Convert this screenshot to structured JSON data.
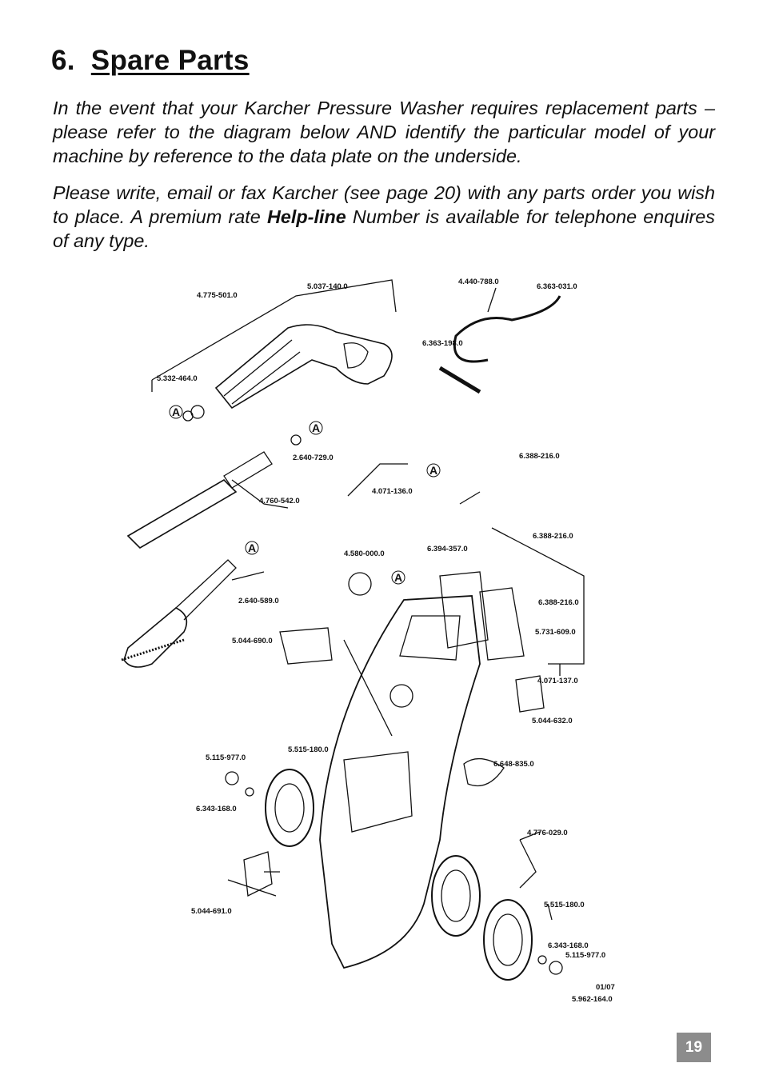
{
  "heading": {
    "number": "6.",
    "title": "Spare Parts"
  },
  "intro": "In the event that your Karcher Pressure Washer requires replacement parts – please refer to the diagram below AND identify the particular model of your machine by reference to the data plate on the underside.",
  "order": {
    "before": "Please write, email or fax Karcher (see page 20) with any parts order you wish to place. A premium rate ",
    "bold": "Help-line",
    "after": " Number is available for telephone enquires of any type."
  },
  "part_labels": [
    "4.775-501.0",
    "5.037-140.0",
    "4.440-788.0",
    "6.363-031.0",
    "6.363-198.0",
    "5.332-464.0",
    "2.640-729.0",
    "4.760-542.0",
    "6.388-216.0",
    "4.071-136.0",
    "6.388-216.0",
    "6.394-357.0",
    "4.580-000.0",
    "2.640-589.0",
    "6.388-216.0",
    "5.731-609.0",
    "5.044-690.0",
    "4.071-137.0",
    "5.044-632.0",
    "5.515-180.0",
    "5.115-977.0",
    "6.648-835.0",
    "6.343-168.0",
    "4.776-029.0",
    "5.044-691.0",
    "5.515-180.0",
    "6.343-168.0",
    "5.115-977.0"
  ],
  "callout_letter": "A",
  "doc_date": "01/07",
  "doc_number": "5.962-164.0",
  "page_number": "19"
}
